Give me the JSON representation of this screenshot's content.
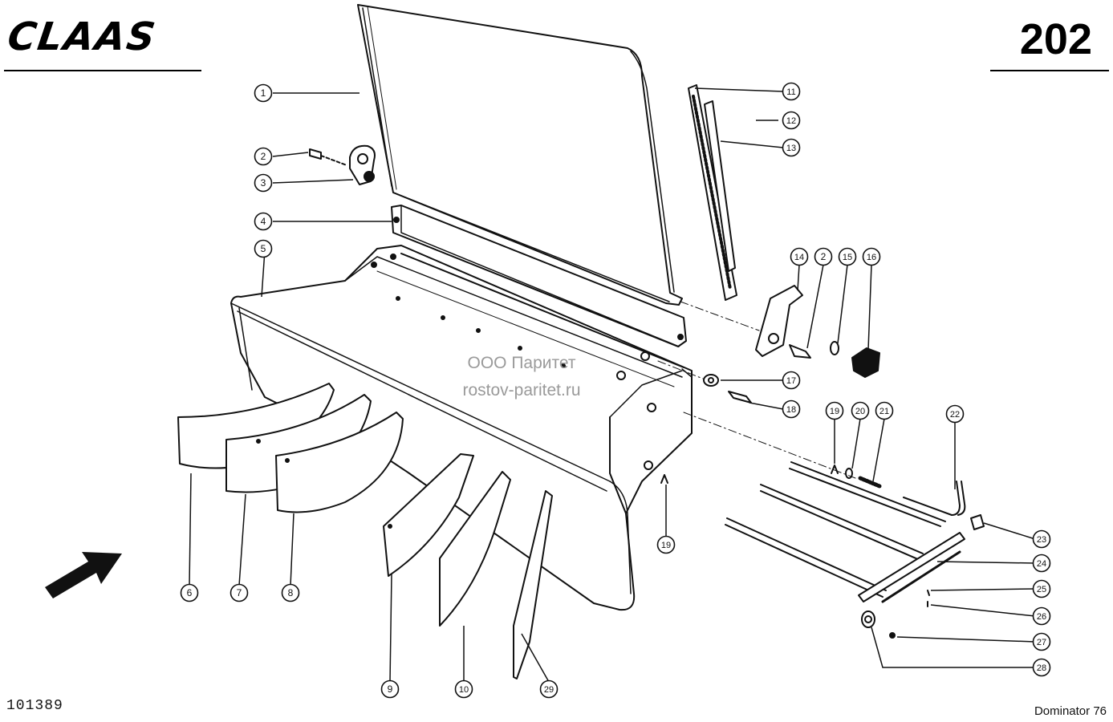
{
  "header": {
    "brand": "CLAAS",
    "page_number": "202"
  },
  "watermark": {
    "line1": "ООО Паритет",
    "line2": "rostov-paritet.ru"
  },
  "footer": {
    "document_number": "101389",
    "model": "Dominator 76"
  },
  "callouts": [
    {
      "label": "1"
    },
    {
      "label": "2"
    },
    {
      "label": "3"
    },
    {
      "label": "4"
    },
    {
      "label": "5"
    },
    {
      "label": "6"
    },
    {
      "label": "7"
    },
    {
      "label": "8"
    },
    {
      "label": "9"
    },
    {
      "label": "10"
    },
    {
      "label": "29"
    },
    {
      "label": "11"
    },
    {
      "label": "12"
    },
    {
      "label": "13"
    },
    {
      "label": "14"
    },
    {
      "label": "2"
    },
    {
      "label": "15"
    },
    {
      "label": "16"
    },
    {
      "label": "17"
    },
    {
      "label": "18"
    },
    {
      "label": "19"
    },
    {
      "label": "19"
    },
    {
      "label": "20"
    },
    {
      "label": "21"
    },
    {
      "label": "22"
    },
    {
      "label": "23"
    },
    {
      "label": "24"
    },
    {
      "label": "25"
    },
    {
      "label": "26"
    },
    {
      "label": "27"
    },
    {
      "label": "28"
    }
  ]
}
